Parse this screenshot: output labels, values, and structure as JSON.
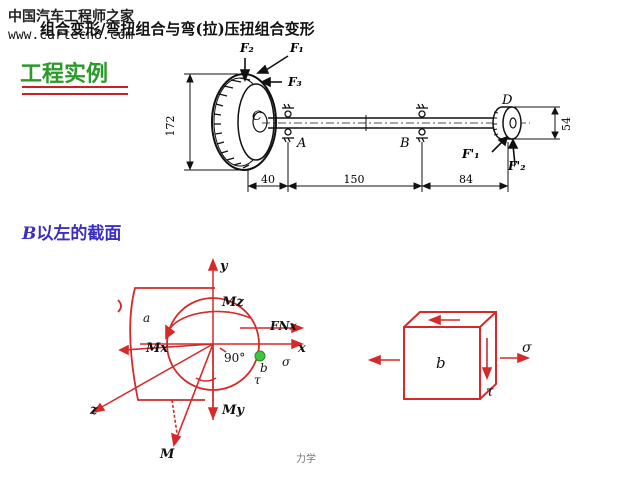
{
  "watermark": {
    "line1": "中国汽车工程师之家",
    "line2": "www.cartech8.com"
  },
  "slide": {
    "title": "组合变形/弯扭组合与弯(拉)压扭组合变形",
    "heading": "工程实例",
    "section_prefix": "B",
    "section_suffix": "以左的截面",
    "footer": "力学"
  },
  "shaft_diagram": {
    "force_labels": [
      "F₂",
      "F₁",
      "F₃",
      "F'₁",
      "F'₂"
    ],
    "point_labels": [
      "C",
      "A",
      "B",
      "D"
    ],
    "dimensions": [
      "172",
      "40",
      "150",
      "84",
      "54"
    ]
  },
  "section_diagram": {
    "axis_labels": [
      "y",
      "x",
      "z"
    ],
    "moment_labels": [
      "Mz",
      "Mx",
      "My",
      "M"
    ],
    "force_label": "FNx",
    "angle_label": "90°",
    "point_labels": [
      "a",
      "b"
    ],
    "stress_labels": [
      "σ",
      "τ"
    ]
  },
  "element_diagram": {
    "point_label": "b",
    "stress_labels": [
      "σ",
      "τ"
    ]
  },
  "colors": {
    "diagram_red": "#d42a2a",
    "heading_green": "#2a9a2a",
    "section_blue": "#3b2ec0",
    "marker_green": "#3ec63e"
  }
}
